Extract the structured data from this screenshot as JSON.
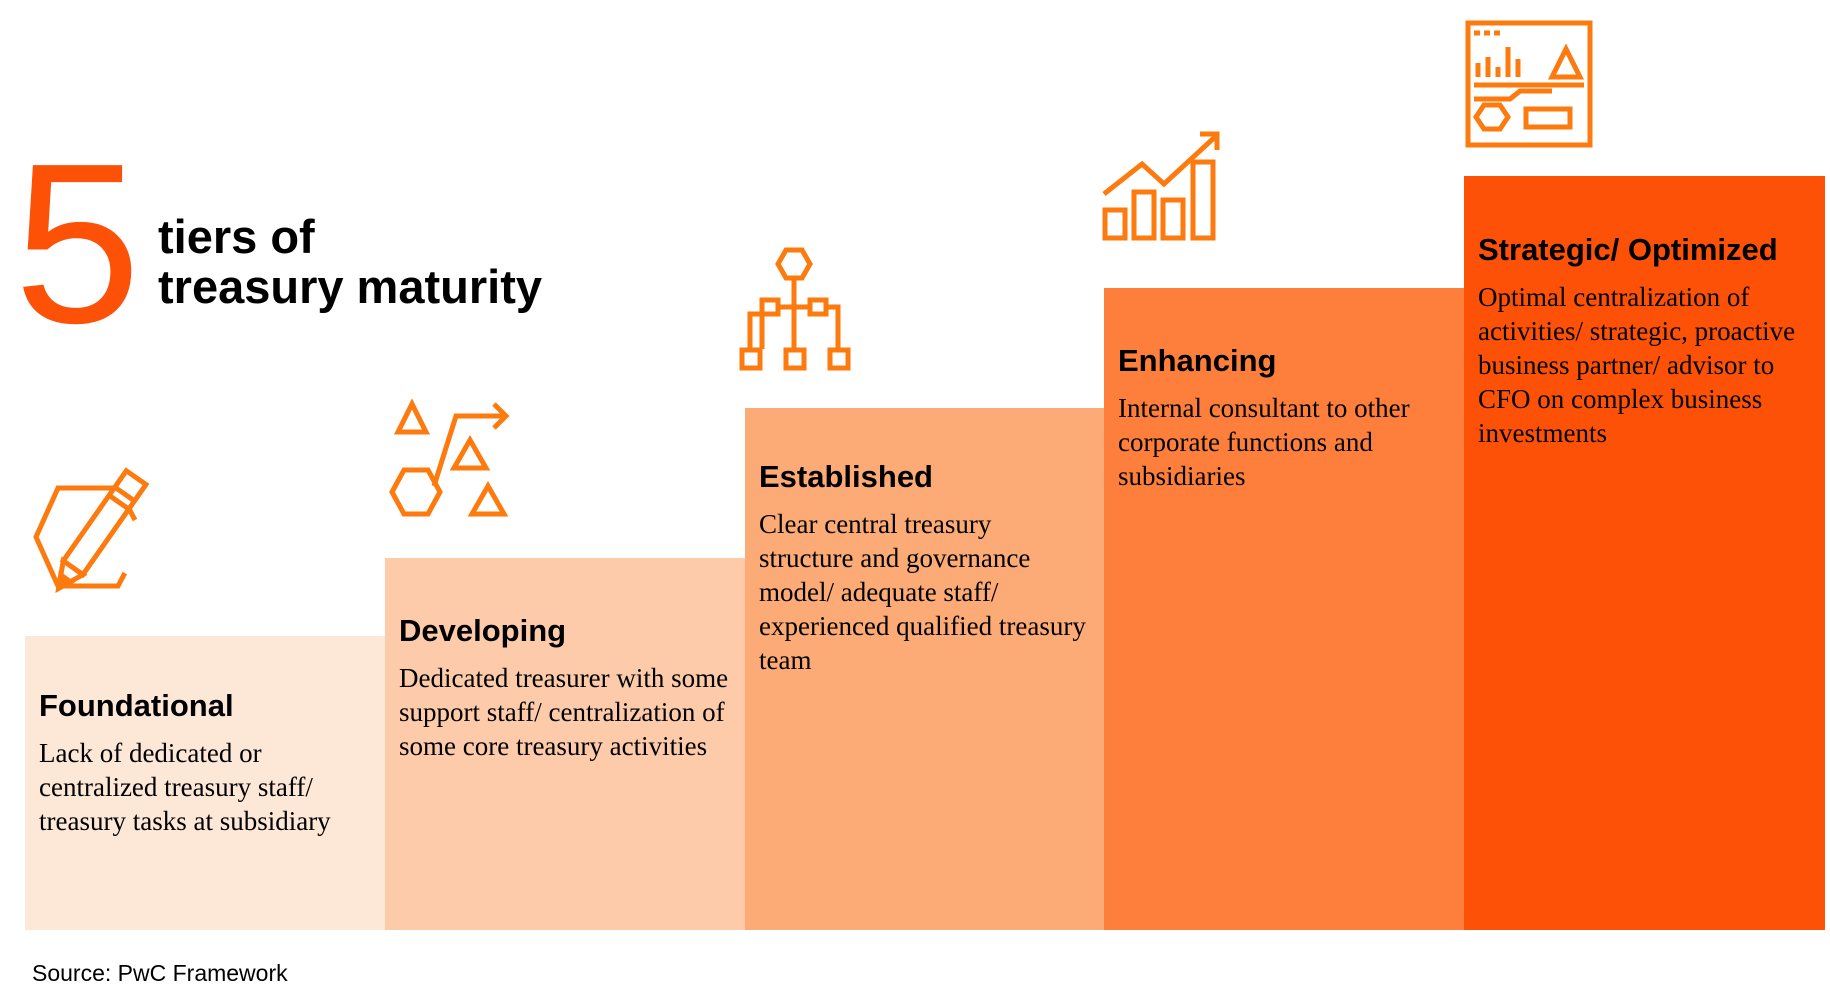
{
  "header": {
    "number": "5",
    "title_line1": "tiers of",
    "title_line2": "treasury maturity"
  },
  "tiers": [
    {
      "title": "Foundational",
      "description": "Lack of dedicated or centralized treasury staff/ treasury tasks at subsidiary",
      "color": "#FDE7D7",
      "icon": "pencil-hexagon-icon"
    },
    {
      "title": "Developing",
      "description": "Dedicated treasurer with some support staff/ centralization of some core treasury activities",
      "color": "#FDCBA9",
      "icon": "shapes-arrow-icon"
    },
    {
      "title": "Established",
      "description": "Clear central treasury structure and governance model/ adequate staff/ experienced qualified treasury team",
      "color": "#FCAA76",
      "icon": "org-structure-icon"
    },
    {
      "title": "Enhancing",
      "description": "Internal consultant to other corporate functions and subsidiaries",
      "color": "#FD7F3B",
      "icon": "growth-chart-icon"
    },
    {
      "title": "Strategic/ Optimized",
      "description": "Optimal centralization of activities/ strategic, proactive business partner/ advisor to CFO on complex business investments",
      "color": "#FD5108",
      "icon": "dashboard-icon"
    }
  ],
  "icon_color": "#FD7A0F",
  "accent_color": "#FD5108",
  "source": "Source: PwC Framework"
}
